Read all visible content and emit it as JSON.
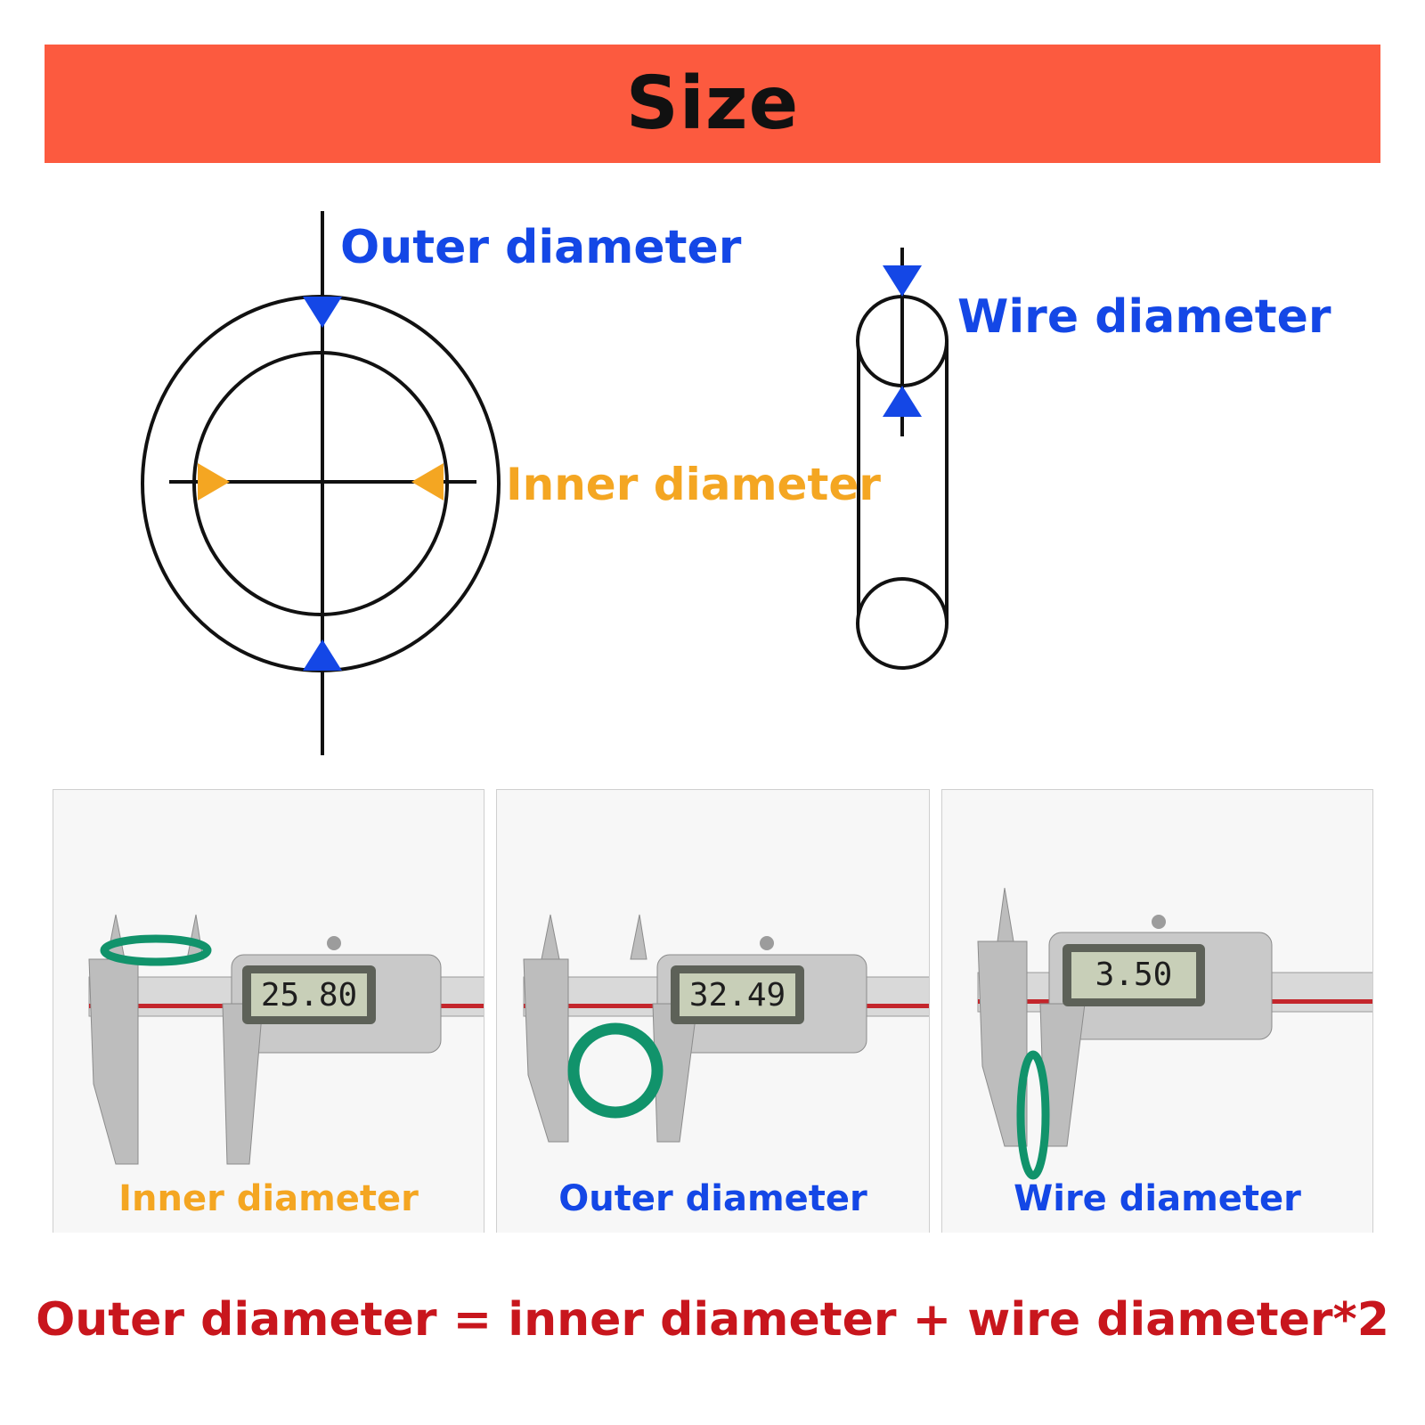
{
  "header": {
    "title": "Size",
    "background": "#fc5a3f"
  },
  "diagram": {
    "outer_label": "Outer diameter",
    "inner_label": "Inner diameter",
    "wire_label": "Wire diameter",
    "colors": {
      "outer": "#1447e6",
      "inner": "#f4a622",
      "wire": "#1447e6"
    }
  },
  "photos": [
    {
      "caption": "Inner diameter",
      "reading": "25.80",
      "caption_color": "#f4a622"
    },
    {
      "caption": "Outer diameter",
      "reading": "32.49",
      "caption_color": "#1447e6"
    },
    {
      "caption": "Wire diameter",
      "reading": "3.50",
      "caption_color": "#1447e6"
    }
  ],
  "formula": {
    "text": "Outer diameter = inner diameter + wire diameter*2",
    "color": "#c8161d"
  },
  "ring_color": "#11936b"
}
